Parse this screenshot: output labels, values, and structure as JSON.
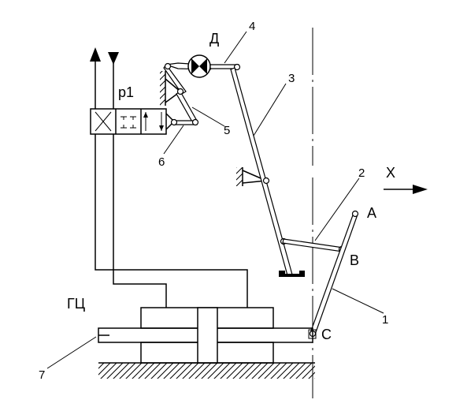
{
  "labels": {
    "motor": "Д",
    "valve": "р1",
    "cylinder": "ГЦ",
    "point_a": "A",
    "point_b": "B",
    "point_c": "C",
    "axis_x": "X"
  },
  "callouts": {
    "n1": "1",
    "n2": "2",
    "n3": "3",
    "n4": "4",
    "n5": "5",
    "n6": "6",
    "n7": "7"
  }
}
